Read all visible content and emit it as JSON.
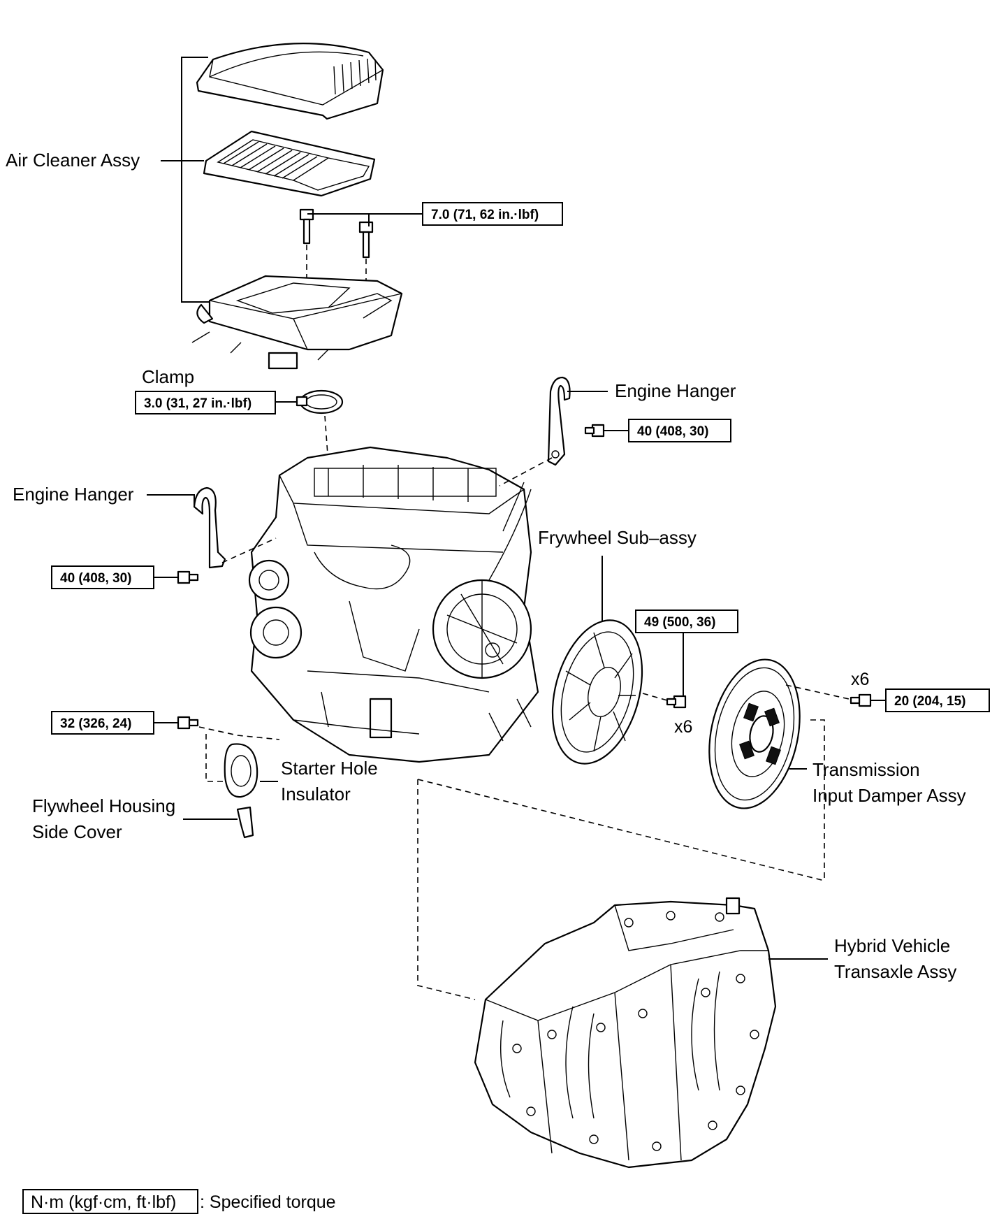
{
  "parts": {
    "air_cleaner_assy": "Air Cleaner Assy",
    "clamp": "Clamp",
    "engine_hanger_right": "Engine Hanger",
    "engine_hanger_left": "Engine Hanger",
    "flywheel_sub_assy": "Frywheel Sub–assy",
    "starter_hole_insulator_line1": "Starter Hole",
    "starter_hole_insulator_line2": "Insulator",
    "flywheel_housing_side_cover_line1": "Flywheel Housing",
    "flywheel_housing_side_cover_line2": "Side Cover",
    "transmission_input_damper_line1": "Transmission",
    "transmission_input_damper_line2": "Input Damper Assy",
    "hybrid_transaxle_line1": "Hybrid Vehicle",
    "hybrid_transaxle_line2": "Transaxle Assy"
  },
  "torque_specs": {
    "air_cleaner_bolts": "7.0 (71, 62 in.·lbf)",
    "clamp": "3.0 (31, 27 in.·lbf)",
    "engine_hanger_right": "40 (408, 30)",
    "engine_hanger_left": "40 (408, 30)",
    "flywheel_bolts": "49 (500, 36)",
    "side_cover_bolt": "32 (326, 24)",
    "damper_bolts": "20 (204, 15)"
  },
  "quantities": {
    "flywheel_bolts": "x6",
    "damper_bolts": "x6"
  },
  "legend": {
    "unit_box": "N·m (kgf·cm, ft·lbf)",
    "description": ": Specified torque"
  }
}
